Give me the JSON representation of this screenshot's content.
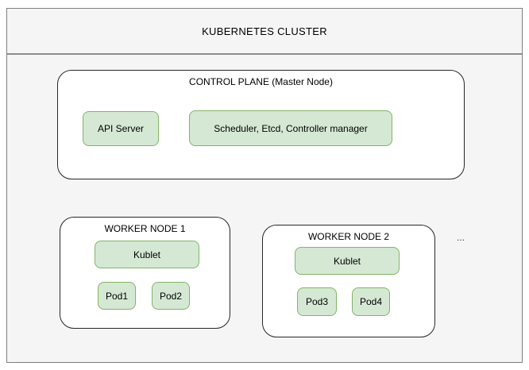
{
  "colors": {
    "cluster_fill": "#f5f5f5",
    "cluster_border": "#7f7f7f",
    "node_fill": "#ffffff",
    "node_border": "#262626",
    "component_fill": "#d5e8d4",
    "component_border": "#82b366",
    "text": "#000000"
  },
  "cluster": {
    "title": "KUBERNETES CLUSTER"
  },
  "control_plane": {
    "title": "CONTROL PLANE (Master Node)",
    "components": [
      {
        "label": "API Server"
      },
      {
        "label": "Scheduler, Etcd, Controller manager"
      }
    ]
  },
  "worker_nodes": [
    {
      "title": "WORKER NODE 1",
      "kubelet_label": "Kublet",
      "pods": [
        "Pod1",
        "Pod2"
      ]
    },
    {
      "title": "WORKER NODE 2",
      "kubelet_label": "Kublet",
      "pods": [
        "Pod3",
        "Pod4"
      ]
    }
  ],
  "more_nodes_ellipsis": "..."
}
